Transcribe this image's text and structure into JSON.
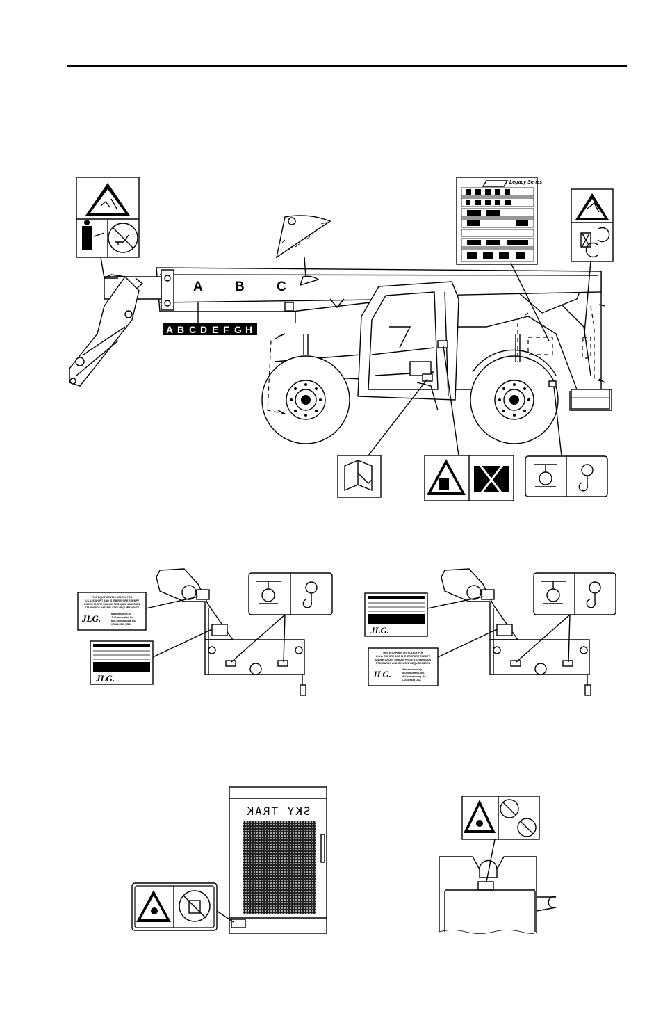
{
  "boom_sections": [
    "A",
    "B",
    "C"
  ],
  "boom_strip_letters": [
    "A",
    "B",
    "C",
    "D",
    "E",
    "F",
    "G",
    "H"
  ],
  "export_decal": {
    "lines": [
      "THIS EQUIPMENT IS SOLELY FOR",
      "U.S.A. EXPORT AND IS THEREFORE EXEMPT",
      "UNDER 40 CFR 1068.230 FROM U.S. EMISSION",
      "STANDARDS AND RELATED REQUIREMENTS"
    ],
    "brand": "JLG.",
    "maker_lines": [
      "Manufactured by",
      "JLG Industries, Inc.",
      "McConnellsburg, PA",
      "17233-9533 USA"
    ]
  },
  "cab_text": "SKY TRAK",
  "guide_decal": {
    "title": "Legacy Series"
  }
}
